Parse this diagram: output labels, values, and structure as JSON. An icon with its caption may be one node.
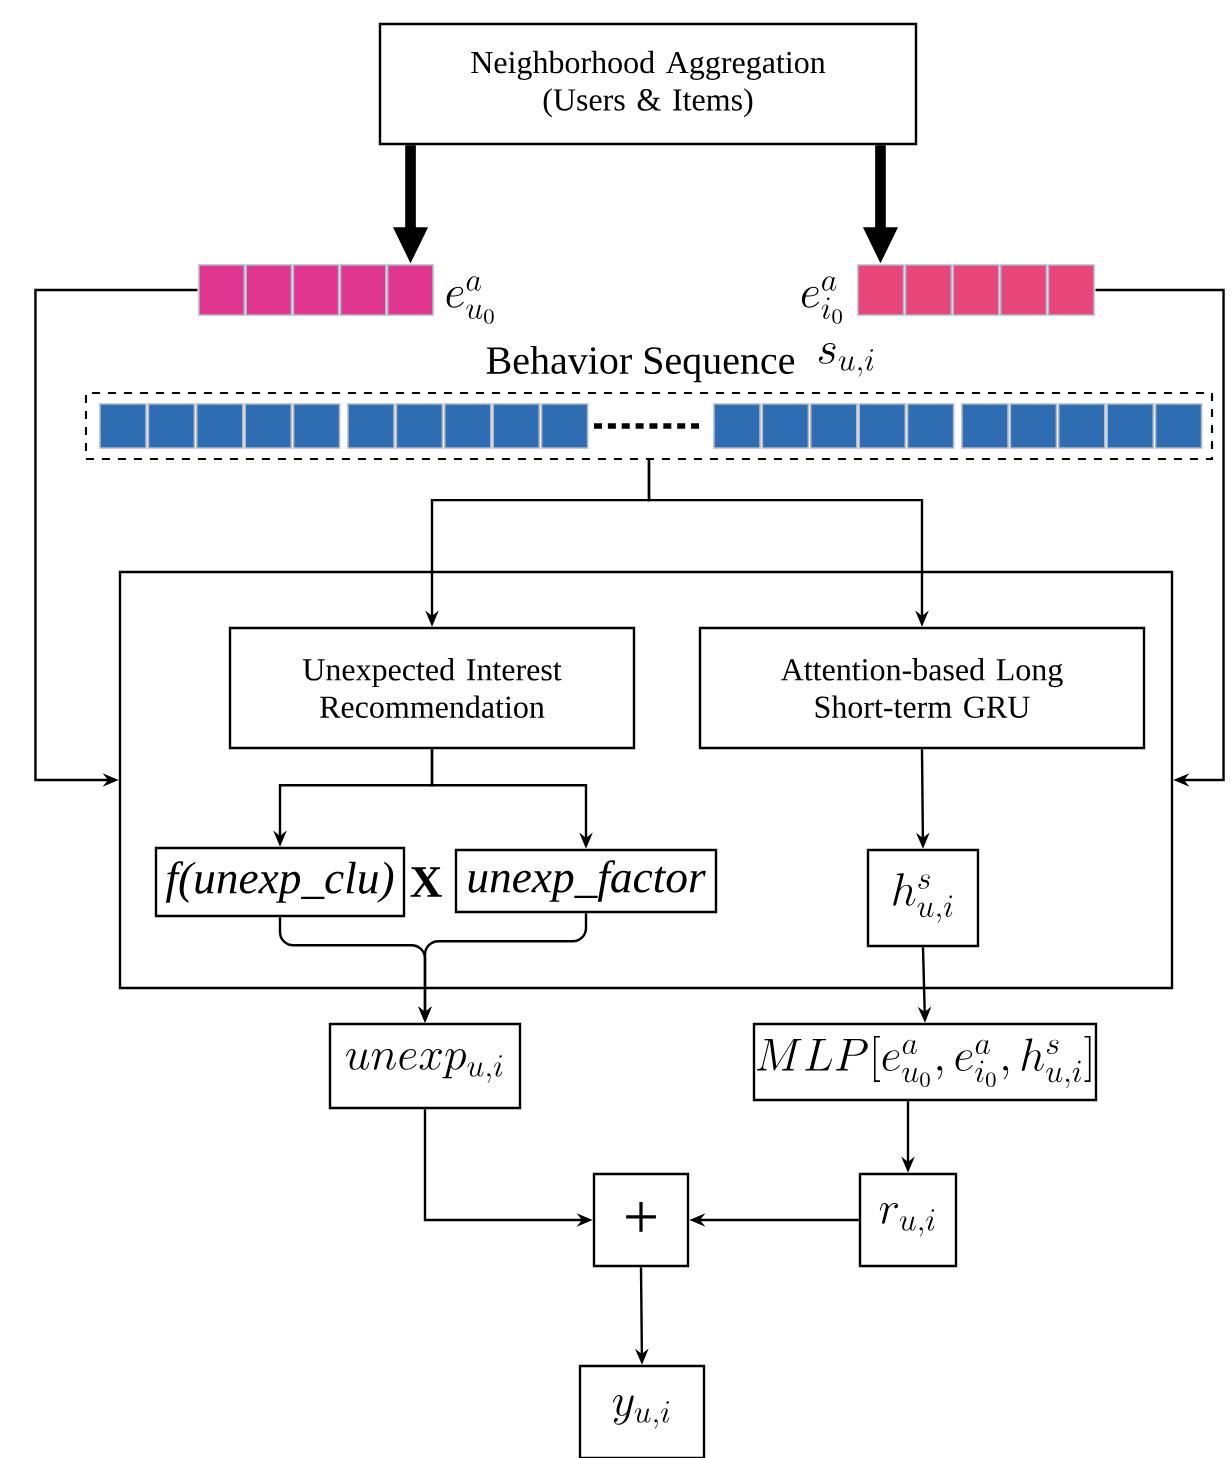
{
  "diagram": {
    "nodes": [
      {
        "text": [
          "Neighborhood Aggregation (Users & Items)"
        ]
      },
      {
        "text": [],
        "shape": "bar",
        "beside": [
          "e^{a}_{u_0}"
        ]
      },
      {
        "text": [],
        "shape": "bar",
        "beside": [
          "e^{a}_{i_0}"
        ]
      },
      {
        "text": [
          "Behavior Sequence",
          "s_{u,i}"
        ]
      },
      {
        "text": [],
        "shape": "box"
      },
      {
        "text": [
          "Unexpected Interest Recommendation"
        ],
        "in": 4
      },
      {
        "text": [
          "Attention-based Long Short-term GRU"
        ],
        "in": 4
      },
      {
        "text": [
          "f(unexp_clu)"
        ],
        "in": 4
      },
      {
        "text": [
          "unexp_factor"
        ],
        "in": 4
      },
      {
        "text": [
          "h^{s}_{u,i}"
        ],
        "in": 4
      },
      {
        "text": [
          "unexp_{u,i}"
        ]
      },
      {
        "text": [
          "MLP[e^{a}_{u_0},e^{a}_{i_0},h^{s}_{u,i}]"
        ]
      },
      {
        "text": [
          "+"
        ]
      },
      {
        "text": [
          "r_{u,i}"
        ]
      },
      {
        "text": [
          "y_{u,i}"
        ]
      }
    ],
    "edges": [
      {
        "from": 0,
        "to": 1,
        "arrow": "to",
        "style": "thick"
      },
      {
        "from": 0,
        "to": 2,
        "arrow": "to",
        "style": "thick"
      },
      {
        "from": 1,
        "to": 4,
        "arrow": "to"
      },
      {
        "from": 2,
        "to": 4,
        "arrow": "to"
      },
      {
        "from": 3,
        "to": 5,
        "arrow": "to"
      },
      {
        "from": 3,
        "to": 6,
        "arrow": "to"
      },
      {
        "from": 5,
        "to": 7,
        "arrow": "to"
      },
      {
        "from": 5,
        "to": 8,
        "arrow": "to"
      },
      {
        "from": 6,
        "to": 9,
        "arrow": "to"
      },
      {
        "from": 7,
        "to": 10,
        "arrow": "to"
      },
      {
        "from": 8,
        "to": 10,
        "arrow": "to"
      },
      {
        "from": 9,
        "to": 11,
        "arrow": "to"
      },
      {
        "from": 11,
        "to": 13,
        "arrow": "to"
      },
      {
        "from": 10,
        "to": 12,
        "arrow": "to"
      },
      {
        "from": 13,
        "to": 12,
        "arrow": "to"
      },
      {
        "from": 12,
        "to": 14,
        "arrow": "to"
      }
    ],
    "labels": [
      "X"
    ]
  }
}
